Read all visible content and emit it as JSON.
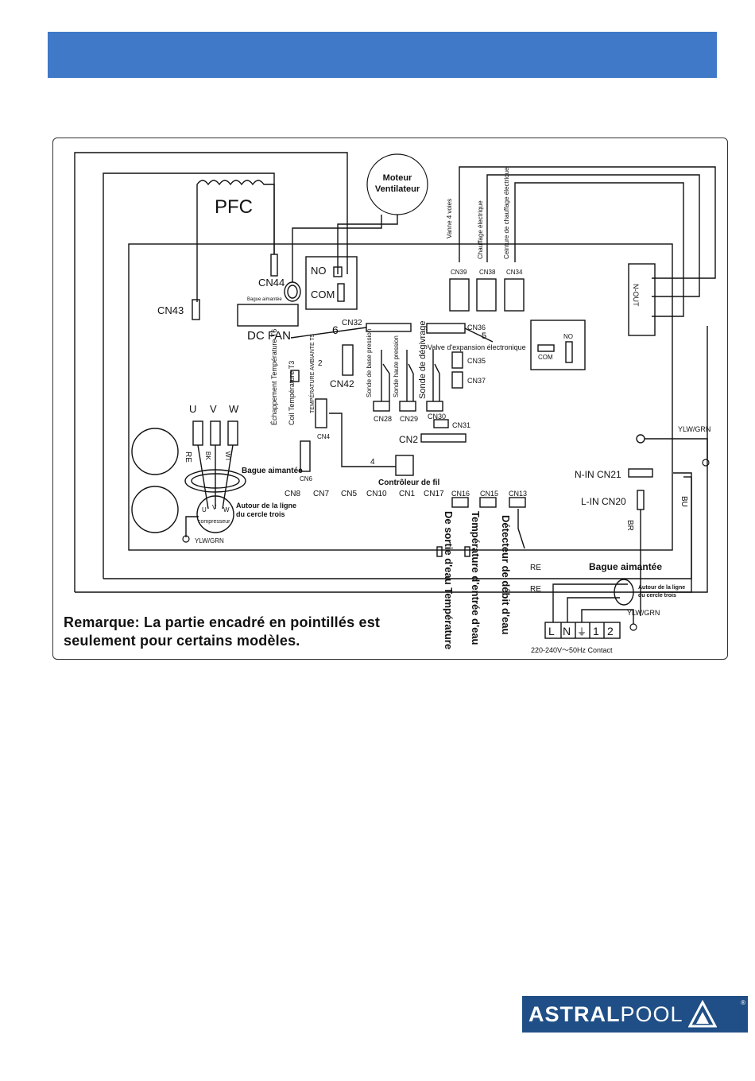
{
  "header": {
    "color": "#3f79c8"
  },
  "labels": {
    "motor": [
      "Moteur",
      "Ventilateur"
    ],
    "pfc": "PFC",
    "cn44": "CN44",
    "cn43": "CN43",
    "no": "NO",
    "com": "COM",
    "bague_small": "Bague aimantée",
    "dc_fan": "DC FAN",
    "cn32": "CN32",
    "six": "6",
    "echappement": "Échappement Température T6",
    "coil": "Coil Température T3",
    "ambiante": "TEMPÉRATURE AMBIANTE T5",
    "two": "2",
    "cn42": "CN42",
    "sonde_base": "Sonde de base pression",
    "sonde_haute": "Sonde haute pression",
    "sonde_degivrage": "Sonde de dégivrage",
    "cn28": "CN28",
    "cn29": "CN29",
    "cn30": "CN30",
    "cn31": "CN31",
    "cn36": "CN36",
    "five": "5",
    "valve": "Valve d'expansion électronique",
    "cn35": "CN35",
    "cn37": "CN37",
    "no2": "NO",
    "com2": "COM",
    "vanne": "Vanne 4 voies",
    "chauffage": "Chauffage électrique",
    "ceinture": "Ceinture de chauffage électrique",
    "cn39": "CN39",
    "cn38": "CN38",
    "cn34": "CN34",
    "n_out": "N-OUT",
    "cn2": "CN2",
    "u": "U",
    "v": "V",
    "w": "W",
    "re": "RE",
    "bk": "BK",
    "wt": "WT",
    "bague_aimantee": "Bague aimantée",
    "autour1": "Autour de la ligne",
    "autour2": "du cercle trois",
    "compresseur": "compresseur",
    "uvw_small": [
      "U",
      "V",
      "W"
    ],
    "ylw_grn": "YLW/GRN",
    "cn4": "CN4",
    "cn6": "CN6",
    "four": "4",
    "controleur": "Contrôleur de fil",
    "connectors_row": [
      "CN8",
      "CN7",
      "CN5",
      "CN10",
      "CN1",
      "CN17"
    ],
    "cn16": "CN16",
    "cn15": "CN15",
    "cn13": "CN13",
    "sortie": "De sortie d'eau Température",
    "entree": "Température d'entrée d'eau",
    "detecteur": "Détecteur de débit d'eau",
    "ylw_grn_right": "YLW/GRN",
    "n_in": "N-IN CN21",
    "l_in": "L-IN CN20",
    "bu": "BU",
    "br": "BR",
    "re_right1": "RE",
    "re_right2": "RE",
    "bague_right": "Bague aimantée",
    "autour_r1": "Autour de la ligne",
    "autour_r2": "du cercle trois",
    "ylw_grn_bottom": "YLW/GRN",
    "terminals": [
      "L",
      "N",
      "⏚",
      "1",
      "2"
    ],
    "supply": "220-240V～50Hz Contact"
  },
  "remark": {
    "line1": "Remarque: La partie encadré en pointillés est",
    "line2": "seulement pour certains modèles."
  },
  "logo": {
    "bold": "ASTRAL",
    "light": "POOL",
    "reg": "®",
    "color": "#1f4f86"
  }
}
